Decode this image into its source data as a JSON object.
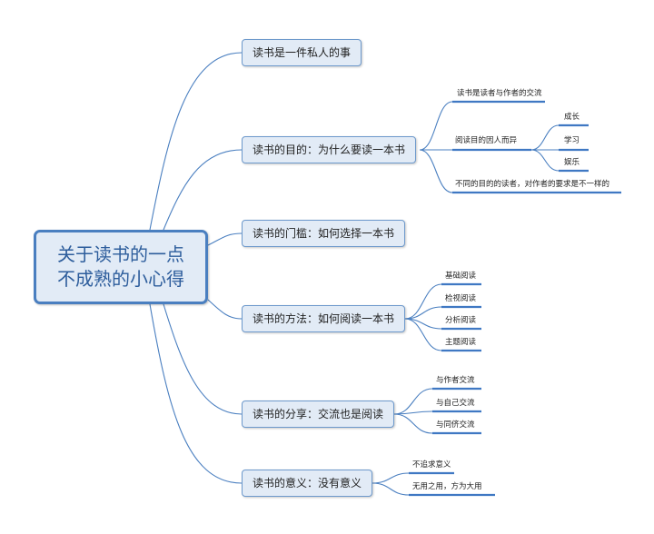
{
  "root": {
    "line1": "关于读书的一点",
    "line2": "不成熟的小心得"
  },
  "branches": [
    {
      "label": "读书是一件私人的事",
      "children": []
    },
    {
      "label": "读书的目的：为什么要读一本书",
      "children": [
        {
          "label": "读书是读者与作者的交流",
          "children": []
        },
        {
          "label": "阅读目的因人而异",
          "children": [
            "成长",
            "学习",
            "娱乐"
          ]
        },
        {
          "label": "不同的目的的读者，对作者的要求是不一样的",
          "children": []
        }
      ]
    },
    {
      "label": "读书的门槛：如何选择一本书",
      "children": []
    },
    {
      "label": "读书的方法：如何阅读一本书",
      "children": [
        "基础阅读",
        "检视阅读",
        "分析阅读",
        "主题阅读"
      ]
    },
    {
      "label": "读书的分享：交流也是阅读",
      "children": [
        "与作者交流",
        "与自己交流",
        "与同侪交流"
      ]
    },
    {
      "label": "读书的意义：没有意义",
      "children": [
        "不追求意义",
        "无用之用，方为大用"
      ]
    }
  ],
  "colors": {
    "line": "#4a7fc0",
    "node_fill": "#e2ebf6",
    "node_border": "#6d99cc",
    "underline": "#3f78c3"
  }
}
